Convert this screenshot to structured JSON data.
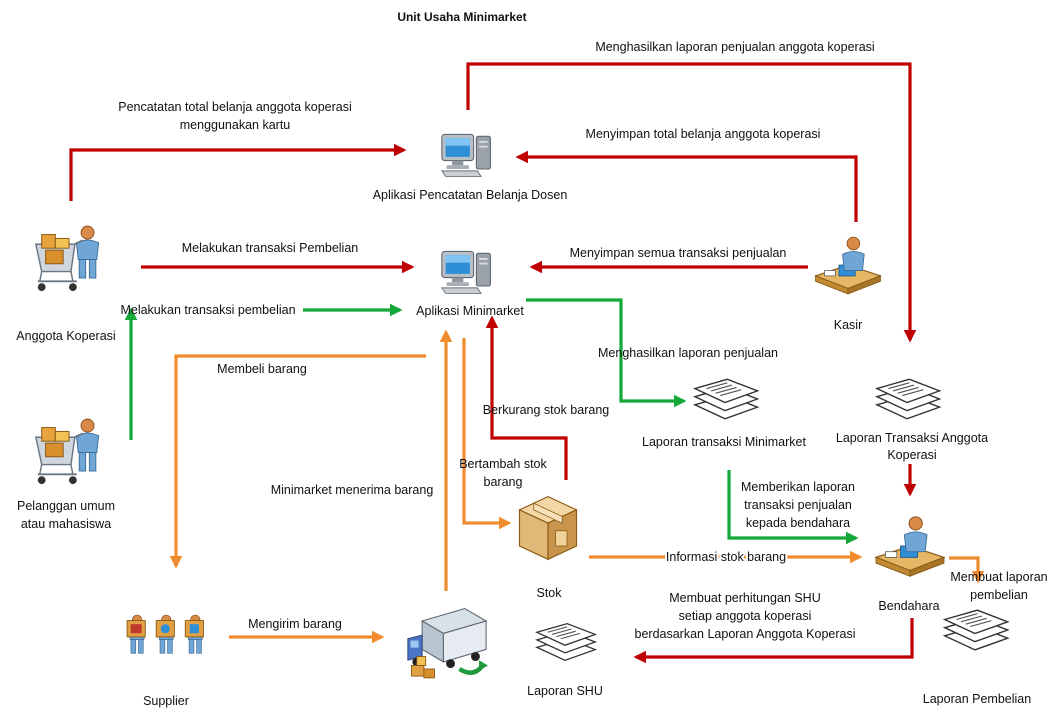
{
  "title": "Unit Usaha Minimarket",
  "colors": {
    "red": "#c00000",
    "green": "#13a838",
    "orange": "#f08c2e"
  },
  "nodes": {
    "anggota": {
      "label": "Anggota Koperasi",
      "icon": "shopping-cart-person-icon"
    },
    "pelanggan": {
      "label_line1": "Pelanggan umum",
      "label_line2": "atau mahasiswa",
      "icon": "shopping-cart-person-icon"
    },
    "aplikasi_pencatatan": {
      "label": "Aplikasi Pencatatan Belanja Dosen",
      "icon": "computer-icon"
    },
    "aplikasi_minimarket": {
      "label": "Aplikasi Minimarket",
      "icon": "computer-icon"
    },
    "kasir": {
      "label": "Kasir",
      "icon": "cashier-desk-person-icon"
    },
    "laporan_transaksi_minimarket": {
      "label": "Laporan transaksi Minimarket",
      "icon": "document-stack-icon"
    },
    "laporan_transaksi_anggota": {
      "label_line1": "Laporan Transaksi Anggota",
      "label_line2": "Koperasi",
      "icon": "document-stack-icon"
    },
    "stok": {
      "label": "Stok",
      "icon": "box-icon"
    },
    "bendahara": {
      "label": "Bendahara",
      "icon": "accountant-desk-person-icon"
    },
    "laporan_pembelian": {
      "label": "Laporan Pembelian",
      "icon": "document-stack-icon"
    },
    "laporan_shu": {
      "label": "Laporan SHU",
      "icon": "document-stack-icon"
    },
    "supplier": {
      "label": "Supplier",
      "icon": "supplier-group-icon"
    },
    "truck": {
      "icon": "delivery-truck-icon"
    }
  },
  "edges": {
    "menghasilkan_laporan_anggota": "Menghasilkan laporan penjualan anggota koperasi",
    "pencatatan_line1": "Pencatatan total belanja anggota koperasi",
    "pencatatan_line2": "menggunakan kartu",
    "menyimpan_total": "Menyimpan total belanja anggota koperasi",
    "melakukan_transaksi_pembelian_red": "Melakukan transaksi Pembelian",
    "menyimpan_semua": "Menyimpan semua transaksi penjualan",
    "melakukan_transaksi_pembelian_green": "Melakukan transaksi pembelian",
    "menghasilkan_laporan_penjualan": "Menghasilkan laporan penjualan",
    "membeli_barang": "Membeli barang",
    "berkurang_stok": "Berkurang stok barang",
    "bertambah_stok_line1": "Bertambah stok",
    "bertambah_stok_line2": "barang",
    "minimarket_menerima": "Minimarket menerima barang",
    "memberikan_line1": "Memberikan laporan",
    "memberikan_line2": "transaksi penjualan",
    "memberikan_line3": "kepada bendahara",
    "informasi_stok": "Informasi stok barang",
    "membuat_laporan_line1": "Membuat laporan",
    "membuat_laporan_line2": "pembelian",
    "membuat_shu_line1": "Membuat perhitungan SHU",
    "membuat_shu_line2": "setiap anggota koperasi",
    "membuat_shu_line3": "berdasarkan Laporan Anggota Koperasi",
    "mengirim_barang": "Mengirim barang"
  }
}
